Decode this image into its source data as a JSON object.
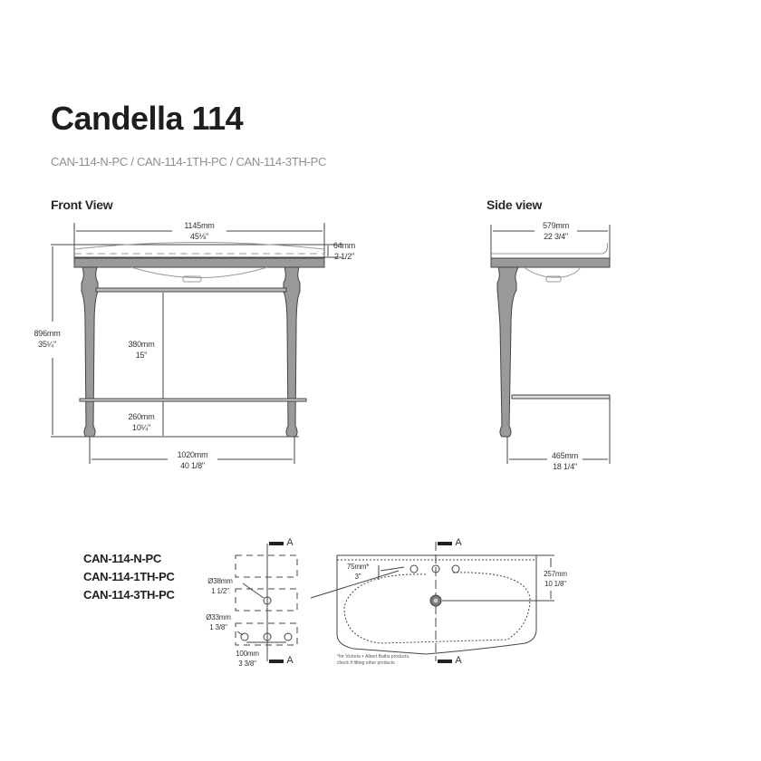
{
  "header": {
    "title": "Candella 114",
    "subtitle": "CAN-114-N-PC / CAN-114-1TH-PC / CAN-114-3TH-PC"
  },
  "front_view": {
    "label": "Front View",
    "width": {
      "mm": "1145mm",
      "in": "45⅛\""
    },
    "basin_depth": {
      "mm": "64mm",
      "in": "2 1/2\""
    },
    "height": {
      "mm": "896mm",
      "in": "35¼\""
    },
    "rail_gap": {
      "mm": "380mm",
      "in": "15\""
    },
    "rail_height": {
      "mm": "260mm",
      "in": "10¼\""
    },
    "leg_span": {
      "mm": "1020mm",
      "in": "40 1/8\""
    }
  },
  "side_view": {
    "label": "Side view",
    "depth": {
      "mm": "579mm",
      "in": "22 3/4\""
    },
    "rail_depth": {
      "mm": "465mm",
      "in": "18 1/4\""
    }
  },
  "tap_hole_options": {
    "codes": [
      "CAN-114-N-PC",
      "CAN-114-1TH-PC",
      "CAN-114-3TH-PC"
    ],
    "single_hole": {
      "mm": "Ø38mm",
      "in": "1 1/2\""
    },
    "three_hole": {
      "mm": "Ø33mm",
      "in": "1 3/8\""
    },
    "hole_spacing": {
      "mm": "100mm",
      "in": "3 3/8\""
    },
    "section_marker": "A"
  },
  "plan_view": {
    "offset": {
      "mm": "75mm*",
      "in": "3\""
    },
    "waste_offset": {
      "mm": "257mm",
      "in": "10 1/8\""
    },
    "section_marker": "A",
    "footnote_line1": "*for Victoria + Albert Baths products,",
    "footnote_line2": "check if fitting other products"
  }
}
